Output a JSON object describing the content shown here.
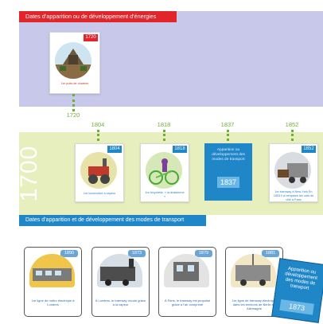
{
  "poster": {
    "energy_header": "Dates d’apparition ou de développement d’énergies",
    "transport_header": "Dates d’apparition et de développement des modes de transport",
    "big_year": "1700"
  },
  "energy_card": {
    "year_tag": "1720",
    "caption": "1er puits de charbon"
  },
  "timeline_years": [
    "1720",
    "1804",
    "1818",
    "1837",
    "1852"
  ],
  "transport_cards": [
    {
      "year_tag": "1804",
      "caption": "1re locomotive à vapeur"
    },
    {
      "year_tag": "1818",
      "caption": "1re bicyclette, « la draisienne »"
    },
    {
      "year_tag": "1852",
      "caption": "1er tramway à New-York\nEn 1853 il a remplacé les cars de ville à Paris"
    }
  ],
  "info_1837": {
    "text": "Apparition ou développement des modes de transport",
    "year": "1837"
  },
  "bottom_cards": [
    {
      "year_tag": "1890",
      "caption": "1re ligne de métro électrique à Londres",
      "tag_color": "#1f86c8"
    },
    {
      "year_tag": "1873",
      "caption": "À Londres, le tramway circule grâce à la vapeur",
      "tag_color": "#1f86c8"
    },
    {
      "year_tag": "1879",
      "caption": "À Paris, le tramway est propulsé grâce à l’air comprimé",
      "tag_color": "#1f86c8"
    },
    {
      "year_tag": "1881",
      "caption": "1re ligne de tramway électrique dans les environs de Berlin en Allemagne",
      "tag_color": "#1f86c8"
    }
  ],
  "blue_tile": {
    "text": "Apparition ou développement des modes de transport",
    "year": "1873"
  },
  "colors": {
    "red": "#e2252b",
    "blue": "#1f86c8",
    "lavender": "#c7c8ea",
    "pale_green": "#e7efbe",
    "green_year": "#6fae35"
  }
}
